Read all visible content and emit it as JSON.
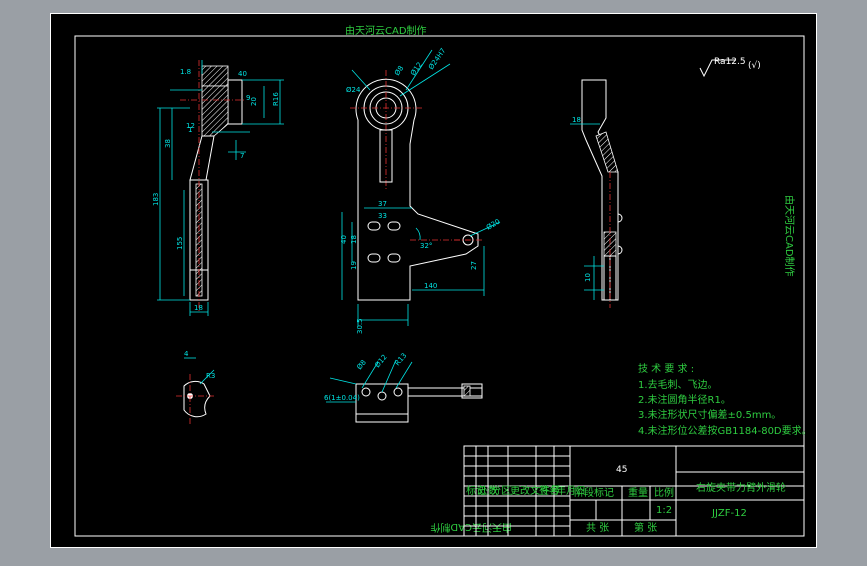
{
  "watermark_text": "由天河云CAD制作",
  "roughness_symbol": "Ra12.5",
  "roughness_other": "(√)",
  "tech_requirements": {
    "title": "技 术 要 求 :",
    "lines": [
      "1.去毛刺、飞边。",
      "2.未注圆角半径R1。",
      "3.未注形状尺寸偏差±0.5mm。",
      "4.未注形位公差按GB1184-80D要求。"
    ]
  },
  "title_block": {
    "number": "45",
    "part_name": "右旋夹带力臂外滑轮",
    "drawing_no": "JJZF-12",
    "scale": "1:2",
    "header_labels": [
      "标记",
      "处数",
      "分区",
      "更改文件号",
      "签名",
      "年月日"
    ],
    "stage_labels": [
      "阶段标记",
      "重量",
      "比例"
    ],
    "bottom_labels": [
      "共 张",
      "第 张"
    ]
  },
  "dimensions": {
    "front": [
      "1.8",
      "40",
      "20",
      "R16",
      "1",
      "7",
      "38",
      "155",
      "12",
      "18",
      "9",
      "183"
    ],
    "side": [
      "Ø24",
      "Ø12",
      "Ø24H7",
      "Ø8",
      "37",
      "33",
      "40",
      "18",
      "19",
      "32°",
      "140",
      "Ø20",
      "27",
      "30.5"
    ],
    "right": [
      "18",
      "10"
    ],
    "detail": [
      "4",
      "R3"
    ],
    "assembly": [
      "6(1±0.04)",
      "Ø8",
      "Ø12",
      "R13"
    ]
  }
}
